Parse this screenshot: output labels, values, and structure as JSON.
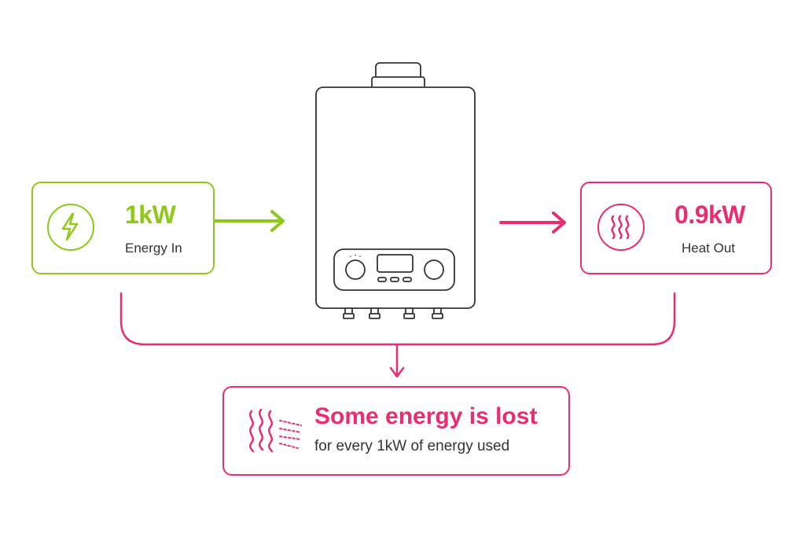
{
  "colors": {
    "energy_in": "#8cc919",
    "heat_out": "#ea2c72",
    "loss": "#ea2c72",
    "boiler_outline": "#333333",
    "text": "#333333"
  },
  "energy_in": {
    "value": "1kW",
    "label": "Energy In",
    "icon": "lightning-bolt-icon"
  },
  "heat_out": {
    "value": "0.9kW",
    "label": "Heat Out",
    "icon": "heat-waves-icon"
  },
  "loss": {
    "title": "Some energy is lost",
    "subtitle": "for every 1kW of energy used",
    "icon": "heat-dissipation-icon"
  },
  "boiler": {
    "icon": "boiler-icon"
  }
}
